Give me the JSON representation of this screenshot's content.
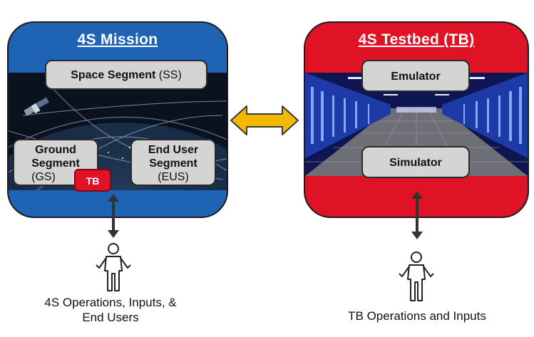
{
  "mission": {
    "title": "4S Mission",
    "space_segment": {
      "name": "Space Segment",
      "abbr": "(SS)"
    },
    "ground_segment": {
      "line1": "Ground",
      "line2": "Segment",
      "abbr": "(GS)"
    },
    "end_user_segment": {
      "line1": "End User",
      "line2": "Segment",
      "abbr": "(EUS)"
    },
    "tb_badge": "TB"
  },
  "testbed": {
    "title": "4S Testbed (TB)",
    "emulator": "Emulator",
    "simulator": "Simulator"
  },
  "captions": {
    "left_line1": "4S Operations, Inputs, &",
    "left_line2": "End Users",
    "right": "TB Operations and Inputs"
  },
  "colors": {
    "mission_blue": "#1f63b5",
    "testbed_red": "#e01226",
    "box_gray": "#d4d4d4",
    "double_arrow": "#f5b800",
    "connector": "#333333"
  },
  "icons": [
    "double-arrow-icon",
    "vertical-double-arrow-icon",
    "person-icon",
    "satellite-icon"
  ]
}
